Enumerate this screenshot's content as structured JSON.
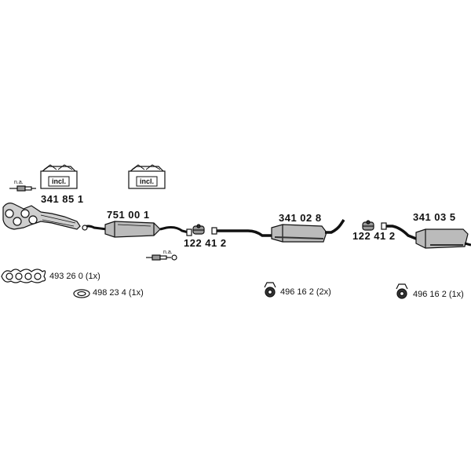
{
  "labels": {
    "manifold_part": "341 85 1",
    "catalyst_part": "751 00 1",
    "clamp_part_1": "122 41 2",
    "middle_silencer_part": "341 02 8",
    "clamp_part_2": "122 41 2",
    "rear_silencer_part": "341 03 5",
    "gasket_manifold": "493 26 0 (1x)",
    "gasket_ring": "498 23 4 (1x)",
    "rubber_mount_1": "496 16 2 (2x)",
    "rubber_mount_2": "496 16 2 (1x)",
    "kit_box_1": "incl.",
    "kit_box_2": "incl.",
    "not_available_1": "n.a.",
    "not_available_2": "n.a."
  },
  "colors": {
    "line": "#111111",
    "fill_dark": "#333333",
    "fill_mid": "#888888",
    "fill_light": "#dddddd"
  }
}
